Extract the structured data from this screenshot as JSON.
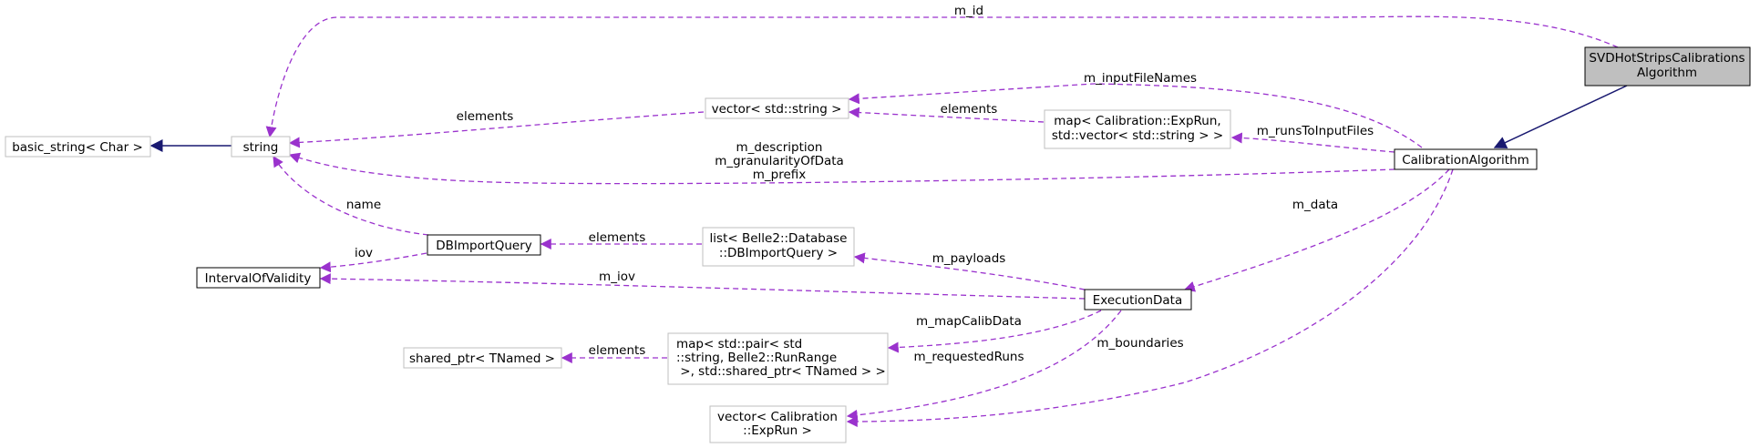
{
  "colors": {
    "member_edge": "#9a32cd",
    "inherit_edge": "#191970",
    "focus_fill": "#bfbfbf",
    "normal_border": "#000000",
    "external_border": "#bfbfbf",
    "external_text": "#404040"
  },
  "nodes": {
    "svd": {
      "lines": [
        "SVDHotStripsCalibrations",
        "Algorithm"
      ]
    },
    "calib": {
      "lines": [
        "CalibrationAlgorithm"
      ]
    },
    "string": {
      "lines": [
        "string"
      ]
    },
    "basic": {
      "lines": [
        "basic_string< Char >"
      ]
    },
    "vecstr": {
      "lines": [
        "vector< std::string >"
      ]
    },
    "mapcal": {
      "lines": [
        "map< Calibration::ExpRun,",
        "std::vector< std::string > >"
      ]
    },
    "dbimport": {
      "lines": [
        "DBImportQuery"
      ]
    },
    "iov": {
      "lines": [
        "IntervalOfValidity"
      ]
    },
    "listdb": {
      "lines": [
        "list< Belle2::Database",
        "::DBImportQuery >"
      ]
    },
    "exec": {
      "lines": [
        "ExecutionData"
      ]
    },
    "sharedptr": {
      "lines": [
        "shared_ptr< TNamed >"
      ]
    },
    "mappair": {
      "lines": [
        "map< std::pair< std",
        "::string, Belle2::RunRange",
        " >, std::shared_ptr< TNamed > >"
      ]
    },
    "vecexp": {
      "lines": [
        "vector< Calibration",
        "::ExpRun >"
      ]
    }
  },
  "edge_labels": {
    "m_id": [
      "m_id"
    ],
    "m_inputFileNames": [
      "m_inputFileNames"
    ],
    "elements_vec_string": [
      "elements"
    ],
    "elements_map_vec": [
      "elements"
    ],
    "m_runsToInputFiles": [
      "m_runsToInputFiles"
    ],
    "calib_string": [
      "m_description",
      "m_granularityOfData",
      "m_prefix"
    ],
    "m_data": [
      "m_data"
    ],
    "name": [
      "name"
    ],
    "iov": [
      "iov"
    ],
    "elements_list_db": [
      "elements"
    ],
    "m_payloads": [
      "m_payloads"
    ],
    "m_iov": [
      "m_iov"
    ],
    "m_mapCalibData": [
      "m_mapCalibData"
    ],
    "elements_pair_shared": [
      "elements"
    ],
    "m_requestedRuns": [
      "m_requestedRuns"
    ],
    "m_boundaries": [
      "m_boundaries"
    ]
  }
}
